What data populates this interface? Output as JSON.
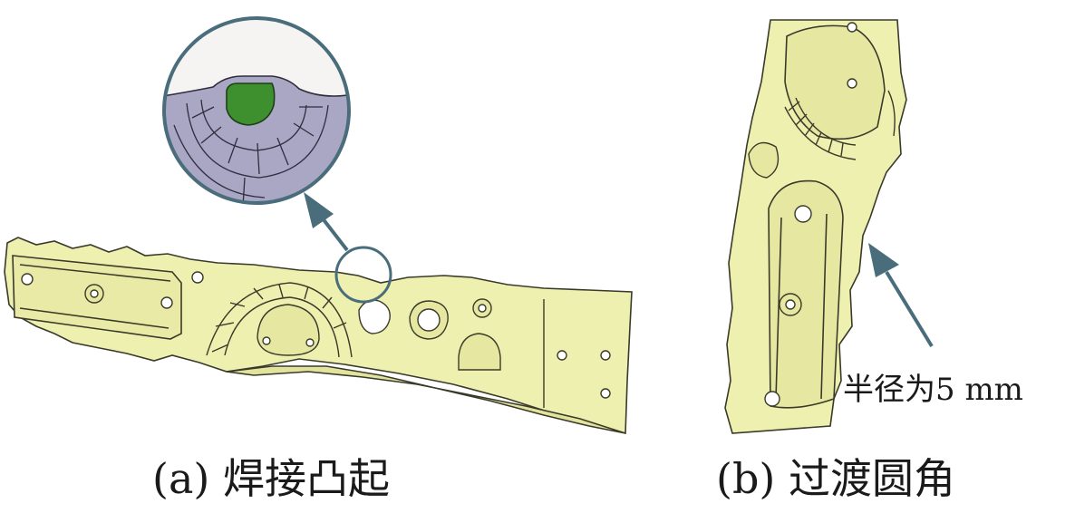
{
  "panel_a": {
    "caption": "(a) 焊接凸起"
  },
  "panel_b": {
    "caption": "(b) 过渡圆角",
    "annotation": "半径为5 mm"
  },
  "colors": {
    "part_fill": "#eef0b0",
    "part_stroke": "#3a3a2a",
    "callout": "#4a6d7c",
    "zoom_body": "#a9a7c4",
    "weld": "#3e8f2e"
  }
}
